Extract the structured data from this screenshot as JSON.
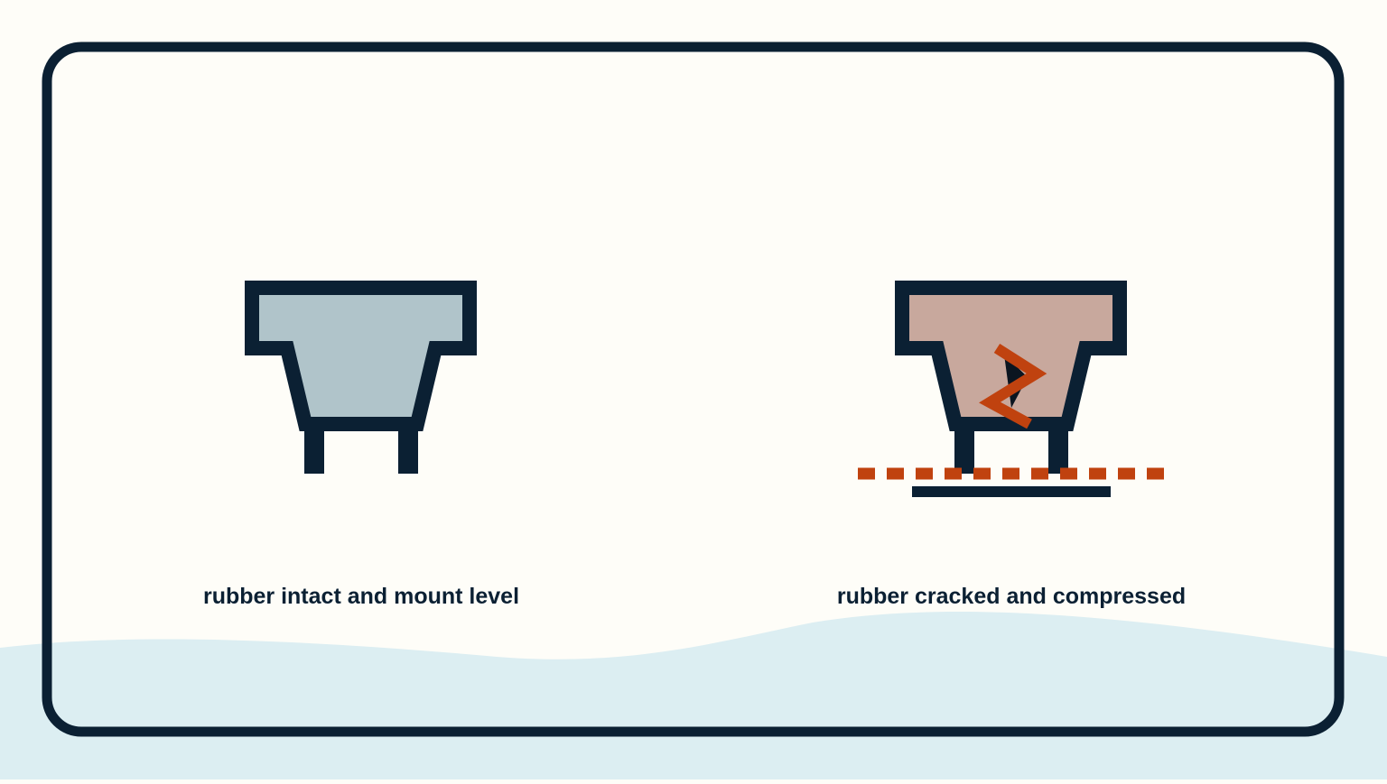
{
  "colors": {
    "background": "#fefdf8",
    "wave": "#dceef2",
    "outline": "#0b2033",
    "good_fill": "#b0c4ca",
    "bad_fill": "#c8a89d",
    "alert": "#c0420f"
  },
  "panels": {
    "left": {
      "caption": "rubber intact and mount level",
      "state": "intact"
    },
    "right": {
      "caption": "rubber cracked and compressed",
      "state": "cracked"
    }
  },
  "icons": {
    "left": "engine-mount-icon",
    "right": "cracked-engine-mount-icon",
    "crack": "crack-icon",
    "sag_line": "sag-line"
  }
}
